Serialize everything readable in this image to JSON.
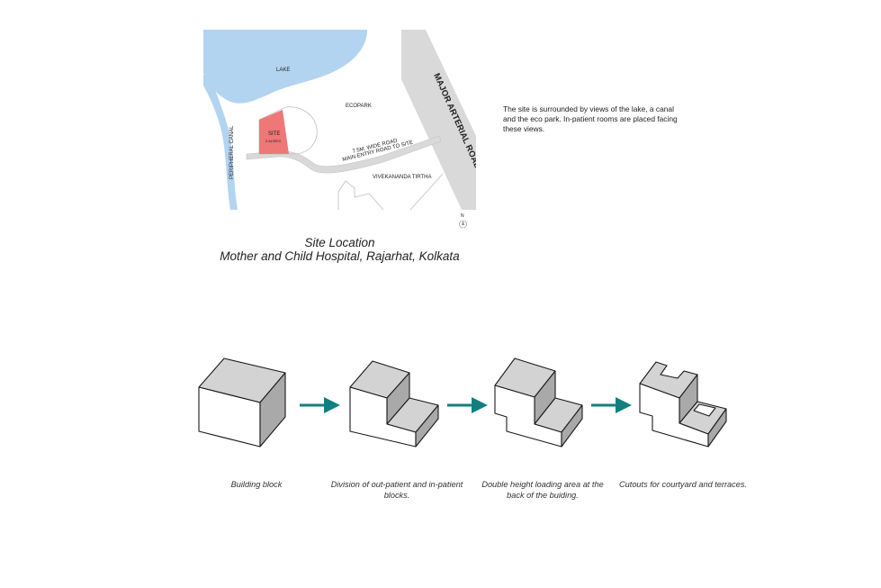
{
  "map": {
    "labels": {
      "lake": "LAKE",
      "ecopark": "ECOPARK",
      "peripheral_canal": "PERIPHERAL CANAL",
      "site": "SITE",
      "site_area": "2 ACRES",
      "road_width": "7.5M. WIDE ROAD",
      "entry_road": "MAIN ENTRY ROAD TO SITE",
      "vivekananda": "VIVEKANANDA TIRTHA",
      "arterial_road": "MAJOR ARTERIAL ROAD"
    },
    "colors": {
      "water": "#b3d4f0",
      "site": "#ef7777",
      "road": "#d9d9d9",
      "outline": "#bfbfbf"
    }
  },
  "north_label": "N",
  "description": "The site is surrounded by views of the lake, a canal and the eco park. In-patient rooms are placed facing these views.",
  "site_title": {
    "line1": "Site Location",
    "line2": "Mother and Child Hospital, Rajarhat, Kolkata"
  },
  "steps": [
    {
      "caption": "Building block"
    },
    {
      "caption": "Division of out-patient and in-patient blocks."
    },
    {
      "caption": "Double height loading area at the back of the buiding."
    },
    {
      "caption": "Cutouts for courtyard and terraces."
    }
  ],
  "arrow_color": "#127f7f"
}
